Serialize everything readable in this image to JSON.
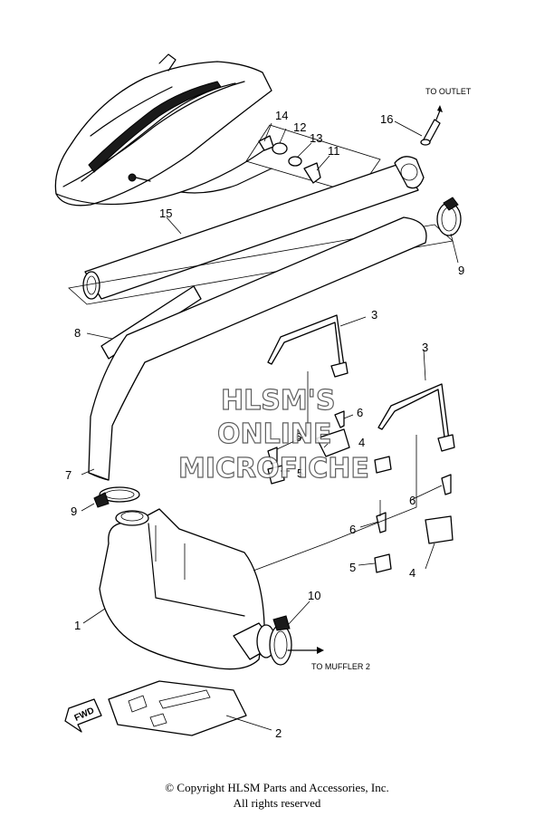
{
  "labels": {
    "p1": "1",
    "p2": "2",
    "p3a": "3",
    "p3b": "3",
    "p4a": "4",
    "p4b": "4",
    "p5a": "5",
    "p5b": "5",
    "p6a": "6",
    "p6b": "6",
    "p6c": "6",
    "p6d": "6",
    "p7": "7",
    "p8": "8",
    "p9a": "9",
    "p9b": "9",
    "p10": "10",
    "p11": "11",
    "p12": "12",
    "p13": "13",
    "p14": "14",
    "p15": "15",
    "p16": "16"
  },
  "notes": {
    "to_outlet": "TO OUTLET",
    "to_muffler": "TO MUFFLER 2",
    "fwd": "FWD"
  },
  "watermark": {
    "line1": "HLSM'S",
    "line2": "ONLINE",
    "line3": "MICROFICHE"
  },
  "footer": {
    "copyright": "© Copyright HLSM Parts and Accessories, Inc.",
    "rights": "All rights reserved"
  }
}
